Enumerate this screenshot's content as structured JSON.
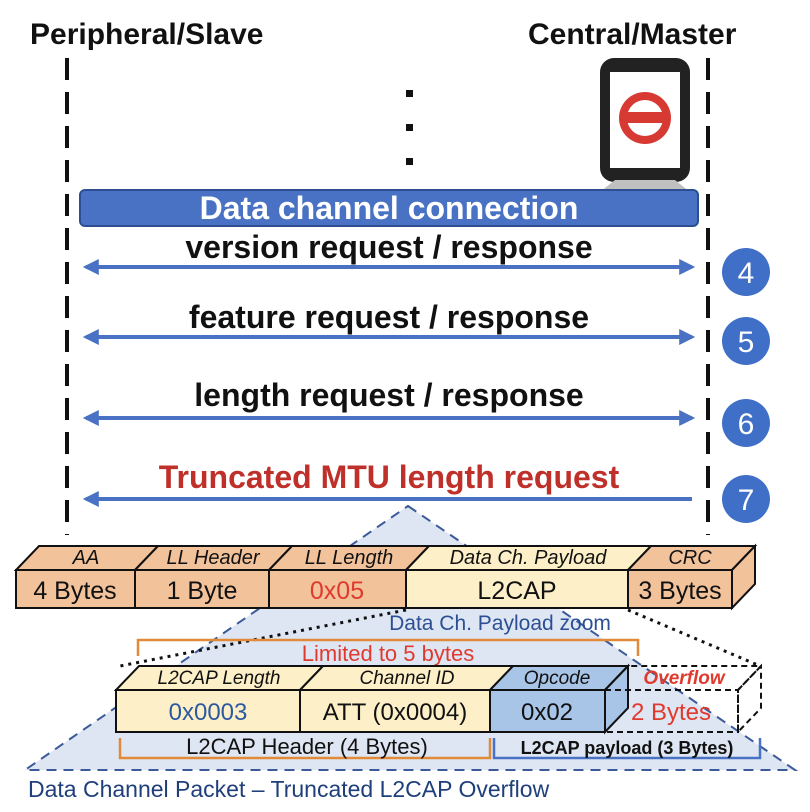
{
  "actors": {
    "peripheral": "Peripheral/Slave",
    "central": "Central/Master"
  },
  "ellipsis": ". . .",
  "connection_bar": "Data channel connection",
  "messages": [
    {
      "label": "version request / response",
      "step": "4",
      "direction": "both"
    },
    {
      "label": "feature request / response",
      "step": "5",
      "direction": "both"
    },
    {
      "label": "length request / response",
      "step": "6",
      "direction": "both"
    },
    {
      "label": "Truncated MTU length request",
      "step": "7",
      "direction": "to-peripheral"
    }
  ],
  "packet": {
    "fields": [
      {
        "name": "AA",
        "value": "4 Bytes"
      },
      {
        "name": "LL Header",
        "value": "1 Byte"
      },
      {
        "name": "LL Length",
        "value": "0x05"
      },
      {
        "name": "Data Ch. Payload",
        "value": "L2CAP"
      },
      {
        "name": "CRC",
        "value": "3 Bytes"
      }
    ]
  },
  "zoom_label": "Data Ch. Payload zoom",
  "limit_label": "Limited to 5 bytes",
  "l2cap": {
    "fields": [
      {
        "name": "L2CAP Length",
        "value": "0x0003"
      },
      {
        "name": "Channel ID",
        "value": "ATT (0x0004)"
      },
      {
        "name": "Opcode",
        "value": "0x02"
      },
      {
        "name": "Overflow",
        "value": "2 Bytes"
      }
    ],
    "header_label": "L2CAP Header (4 Bytes)",
    "payload_label": "L2CAP payload (3 Bytes)"
  },
  "caption": "Data Channel Packet – Truncated L2CAP Overflow",
  "colors": {
    "arrow": "#4a72c4",
    "bar": "#4a72c4",
    "circle": "#3f6fc6",
    "red": "#c0302a",
    "orange_fill": "#f2c29b",
    "cream_fill": "#fdf0c8",
    "blue_fill": "#a8c4e6",
    "zoom_fill": "#dfe6f3",
    "caption": "#1f3f7a"
  }
}
